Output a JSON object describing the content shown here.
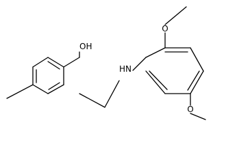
{
  "molecule": {
    "atom_labels": {
      "hydroxyl": "OH",
      "amine": "HN",
      "methoxy_top": "O",
      "methoxy_bottom": "O"
    }
  }
}
